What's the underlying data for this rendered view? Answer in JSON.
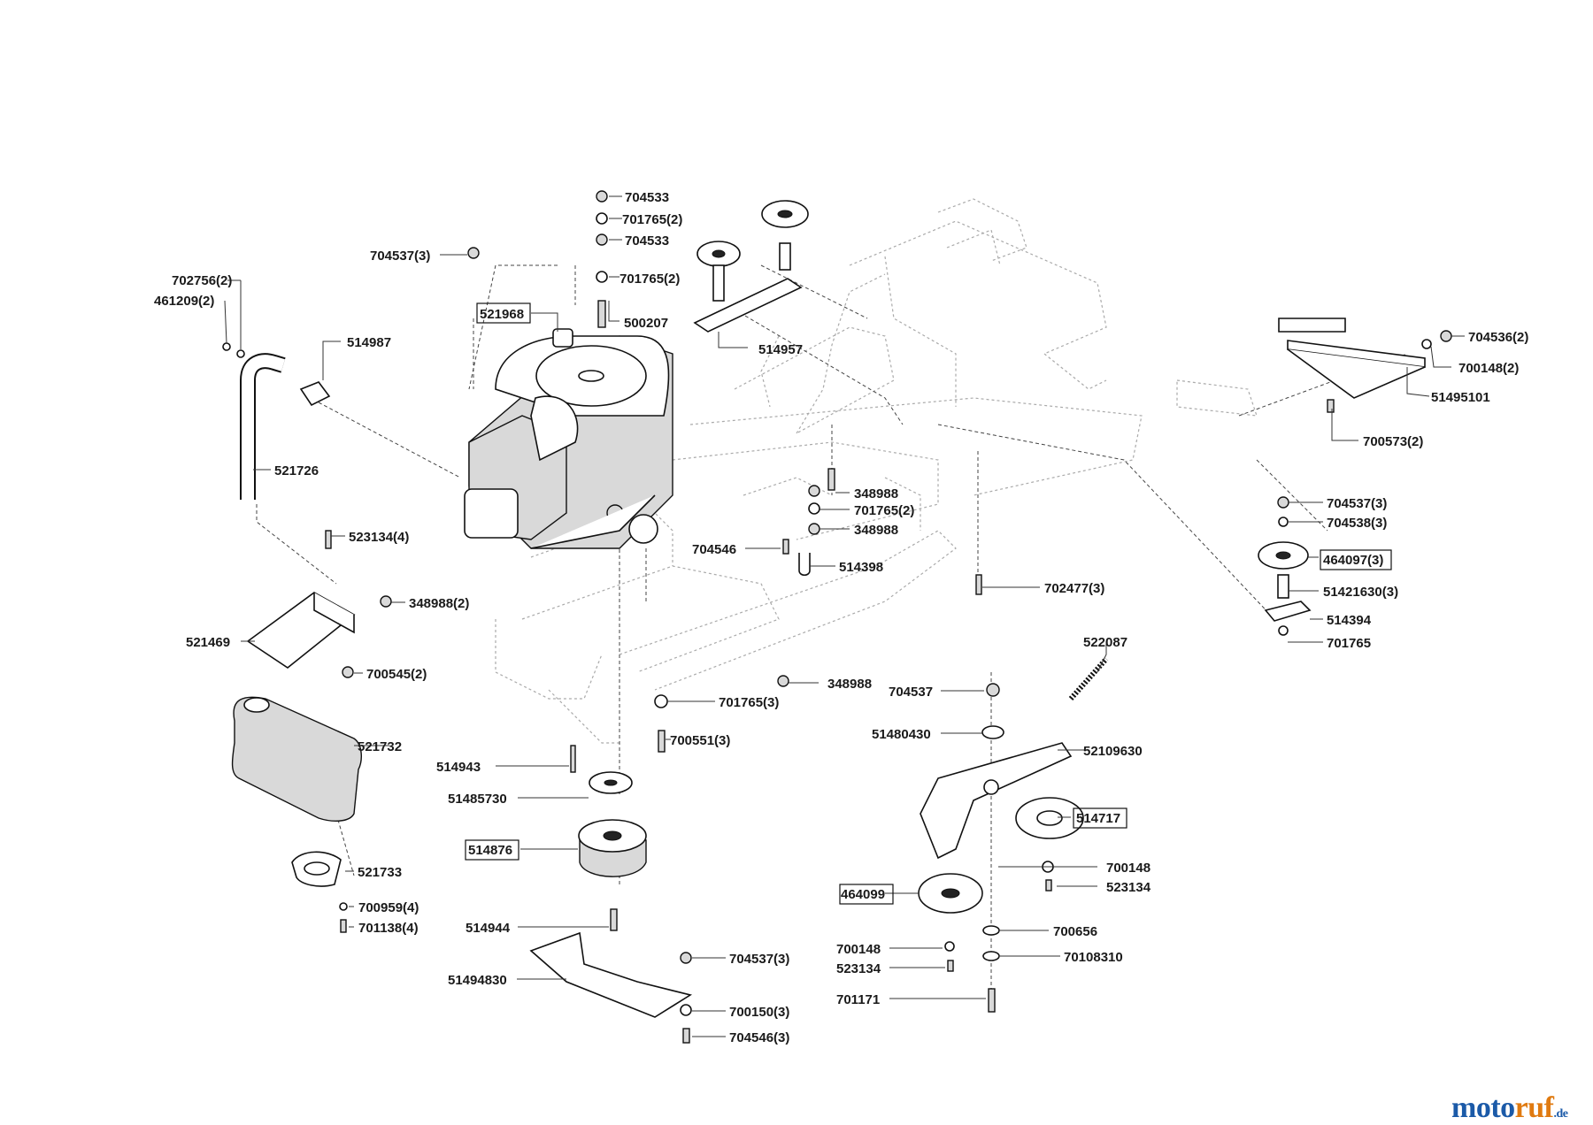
{
  "parts": [
    {
      "id": "p1",
      "label": "704533",
      "boxed": false
    },
    {
      "id": "p2",
      "label": "701765(2)",
      "boxed": false
    },
    {
      "id": "p3",
      "label": "704533",
      "boxed": false
    },
    {
      "id": "p4",
      "label": "701765(2)",
      "boxed": false
    },
    {
      "id": "p5",
      "label": "704537(3)",
      "boxed": false
    },
    {
      "id": "p6",
      "label": "702756(2)",
      "boxed": false
    },
    {
      "id": "p7",
      "label": "461209(2)",
      "boxed": false
    },
    {
      "id": "p8",
      "label": "521968",
      "boxed": true
    },
    {
      "id": "p9",
      "label": "500207",
      "boxed": false
    },
    {
      "id": "p10",
      "label": "514987",
      "boxed": false
    },
    {
      "id": "p11",
      "label": "514957",
      "boxed": false
    },
    {
      "id": "p12",
      "label": "704536(2)",
      "boxed": false
    },
    {
      "id": "p13",
      "label": "700148(2)",
      "boxed": false
    },
    {
      "id": "p14",
      "label": "51495101",
      "boxed": false
    },
    {
      "id": "p15",
      "label": "700573(2)",
      "boxed": false
    },
    {
      "id": "p16",
      "label": "521726",
      "boxed": false
    },
    {
      "id": "p17",
      "label": "348988",
      "boxed": false
    },
    {
      "id": "p18",
      "label": "701765(2)",
      "boxed": false
    },
    {
      "id": "p19",
      "label": "348988",
      "boxed": false
    },
    {
      "id": "p20",
      "label": "704537(3)",
      "boxed": false
    },
    {
      "id": "p21",
      "label": "704538(3)",
      "boxed": false
    },
    {
      "id": "p22",
      "label": "464097(3)",
      "boxed": true
    },
    {
      "id": "p23",
      "label": "523134(4)",
      "boxed": false
    },
    {
      "id": "p24",
      "label": "704546",
      "boxed": false
    },
    {
      "id": "p25",
      "label": "514398",
      "boxed": false
    },
    {
      "id": "p26",
      "label": "702477(3)",
      "boxed": false
    },
    {
      "id": "p27",
      "label": "51421630(3)",
      "boxed": false
    },
    {
      "id": "p28",
      "label": "348988(2)",
      "boxed": false
    },
    {
      "id": "p29",
      "label": "514394",
      "boxed": false
    },
    {
      "id": "p30",
      "label": "701765",
      "boxed": false
    },
    {
      "id": "p31",
      "label": "521469",
      "boxed": false
    },
    {
      "id": "p32",
      "label": "522087",
      "boxed": false
    },
    {
      "id": "p33",
      "label": "700545(2)",
      "boxed": false
    },
    {
      "id": "p34",
      "label": "348988",
      "boxed": false
    },
    {
      "id": "p35",
      "label": "704537",
      "boxed": false
    },
    {
      "id": "p36",
      "label": "701765(3)",
      "boxed": false
    },
    {
      "id": "p37",
      "label": "51480430",
      "boxed": false
    },
    {
      "id": "p38",
      "label": "700551(3)",
      "boxed": false
    },
    {
      "id": "p39",
      "label": "521732",
      "boxed": false
    },
    {
      "id": "p40",
      "label": "52109630",
      "boxed": false
    },
    {
      "id": "p41",
      "label": "514943",
      "boxed": false
    },
    {
      "id": "p42",
      "label": "51485730",
      "boxed": false
    },
    {
      "id": "p43",
      "label": "514717",
      "boxed": true
    },
    {
      "id": "p44",
      "label": "514876",
      "boxed": true
    },
    {
      "id": "p45",
      "label": "700148",
      "boxed": false
    },
    {
      "id": "p46",
      "label": "521733",
      "boxed": false
    },
    {
      "id": "p47",
      "label": "523134",
      "boxed": false
    },
    {
      "id": "p48",
      "label": "464099",
      "boxed": true
    },
    {
      "id": "p49",
      "label": "700959(4)",
      "boxed": false
    },
    {
      "id": "p50",
      "label": "701138(4)",
      "boxed": false
    },
    {
      "id": "p51",
      "label": "514944",
      "boxed": false
    },
    {
      "id": "p52",
      "label": "700656",
      "boxed": false
    },
    {
      "id": "p53",
      "label": "700148",
      "boxed": false
    },
    {
      "id": "p54",
      "label": "704537(3)",
      "boxed": false
    },
    {
      "id": "p55",
      "label": "523134",
      "boxed": false
    },
    {
      "id": "p56",
      "label": "70108310",
      "boxed": false
    },
    {
      "id": "p57",
      "label": "51494830",
      "boxed": false
    },
    {
      "id": "p58",
      "label": "700150(3)",
      "boxed": false
    },
    {
      "id": "p59",
      "label": "701171",
      "boxed": false
    },
    {
      "id": "p60",
      "label": "704546(3)",
      "boxed": false
    }
  ],
  "logo": {
    "part1": "moto",
    "part2": "ruf",
    "suffix": ".de"
  }
}
